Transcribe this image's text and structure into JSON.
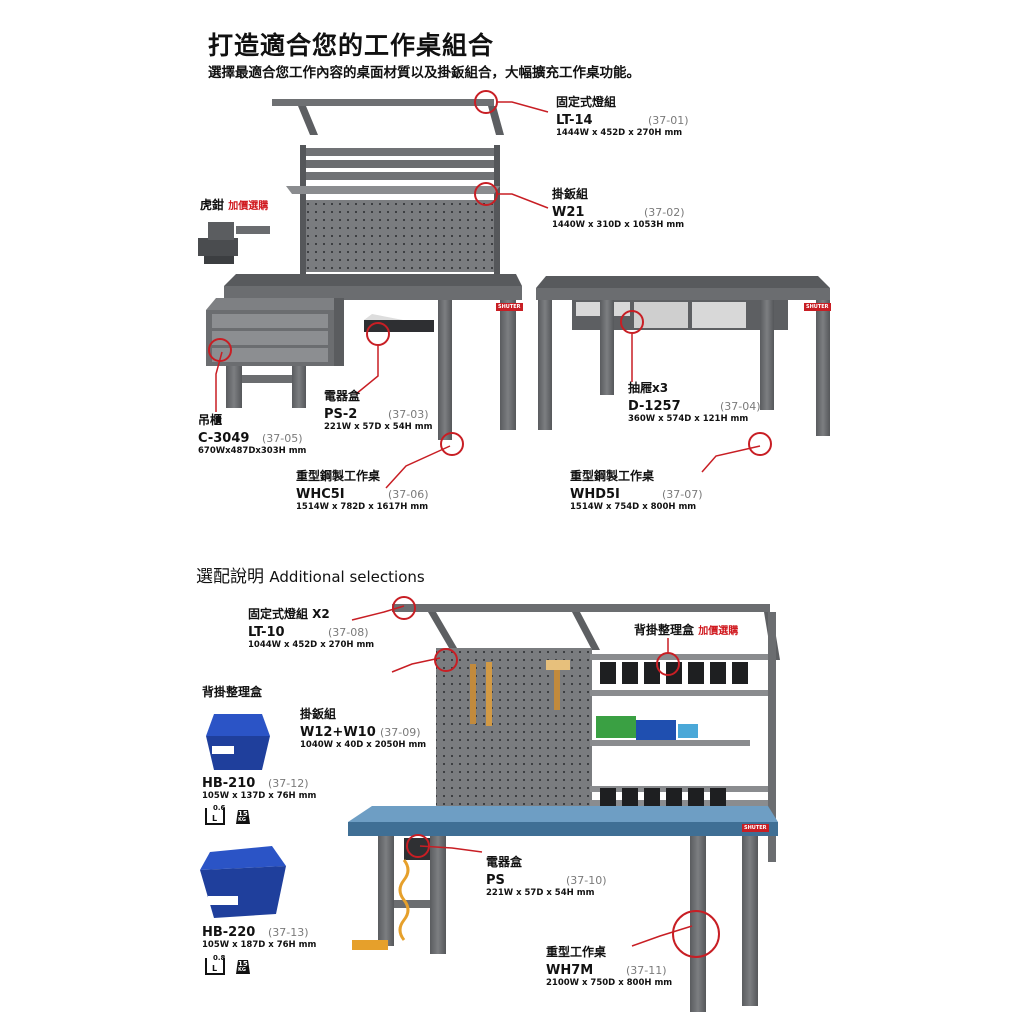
{
  "header": {
    "title": "打造適合您的工作桌組合",
    "subtitle": "選擇最適合您工作內容的桌面材質以及掛鈑組合，大幅擴充工作桌功能。"
  },
  "section2": {
    "title_cn": "選配說明",
    "title_en": "Additional selections"
  },
  "labels": {
    "lt14": {
      "name": "固定式燈組",
      "model": "LT-14",
      "code": "(37-01)",
      "dim": "1444W x 452D x 270H mm"
    },
    "w21": {
      "name": "掛鈑組",
      "model": "W21",
      "code": "(37-02)",
      "dim": "1440W x 310D x 1053H mm"
    },
    "vise": {
      "name": "虎鉗",
      "option": "加價選購"
    },
    "d1257": {
      "name": "抽屜x3",
      "model": "D-1257",
      "code": "(37-04)",
      "dim": "360W x 574D x 121H mm"
    },
    "ps2": {
      "name": "電器盒",
      "model": "PS-2",
      "code": "(37-03)",
      "dim": "221W x 57D x 54H mm"
    },
    "c3049": {
      "name": "吊櫃",
      "model": "C-3049",
      "code": "(37-05)",
      "dim": "670Wx487Dx303H mm"
    },
    "whc5i": {
      "name": "重型鋼製工作桌",
      "model": "WHC5I",
      "code": "(37-06)",
      "dim": "1514W x 782D x 1617H mm"
    },
    "whd5i": {
      "name": "重型鋼製工作桌",
      "model": "WHD5I",
      "code": "(37-07)",
      "dim": "1514W x 754D x 800H mm"
    },
    "lt10": {
      "name": "固定式燈組 X2",
      "model": "LT-10",
      "code": "(37-08)",
      "dim": "1044W x 452D x 270H mm"
    },
    "hb_back": {
      "name": "背掛整理盒",
      "option": "加價選購"
    },
    "hb_title": {
      "name": "背掛整理盒"
    },
    "w12w10": {
      "name": "掛鈑組",
      "model": "W12+W10",
      "code": "(37-09)",
      "dim": "1040W x 40D x 2050H mm"
    },
    "hb210": {
      "model": "HB-210",
      "code": "(37-12)",
      "dim": "105W x 137D x 76H mm",
      "vol": "0.6",
      "vol_unit": "L",
      "kg": "15",
      "kg_unit": "KG"
    },
    "hb220": {
      "model": "HB-220",
      "code": "(37-13)",
      "dim": "105W x 187D x 76H mm",
      "vol": "0.8",
      "vol_unit": "L",
      "kg": "15",
      "kg_unit": "KG"
    },
    "ps": {
      "name": "電器盒",
      "model": "PS",
      "code": "(37-10)",
      "dim": "221W x 57D x 54H mm"
    },
    "wh7m": {
      "name": "重型工作桌",
      "model": "WH7M",
      "code": "(37-11)",
      "dim": "2100W x 750D x 800H mm"
    }
  },
  "brand": "SHUTER",
  "colors": {
    "accent": "#c81e24",
    "steel": "#6b6d70",
    "steel_dark": "#4f5154",
    "top_blue": "#3f6f95",
    "bin_blue": "#1f3f9c"
  }
}
